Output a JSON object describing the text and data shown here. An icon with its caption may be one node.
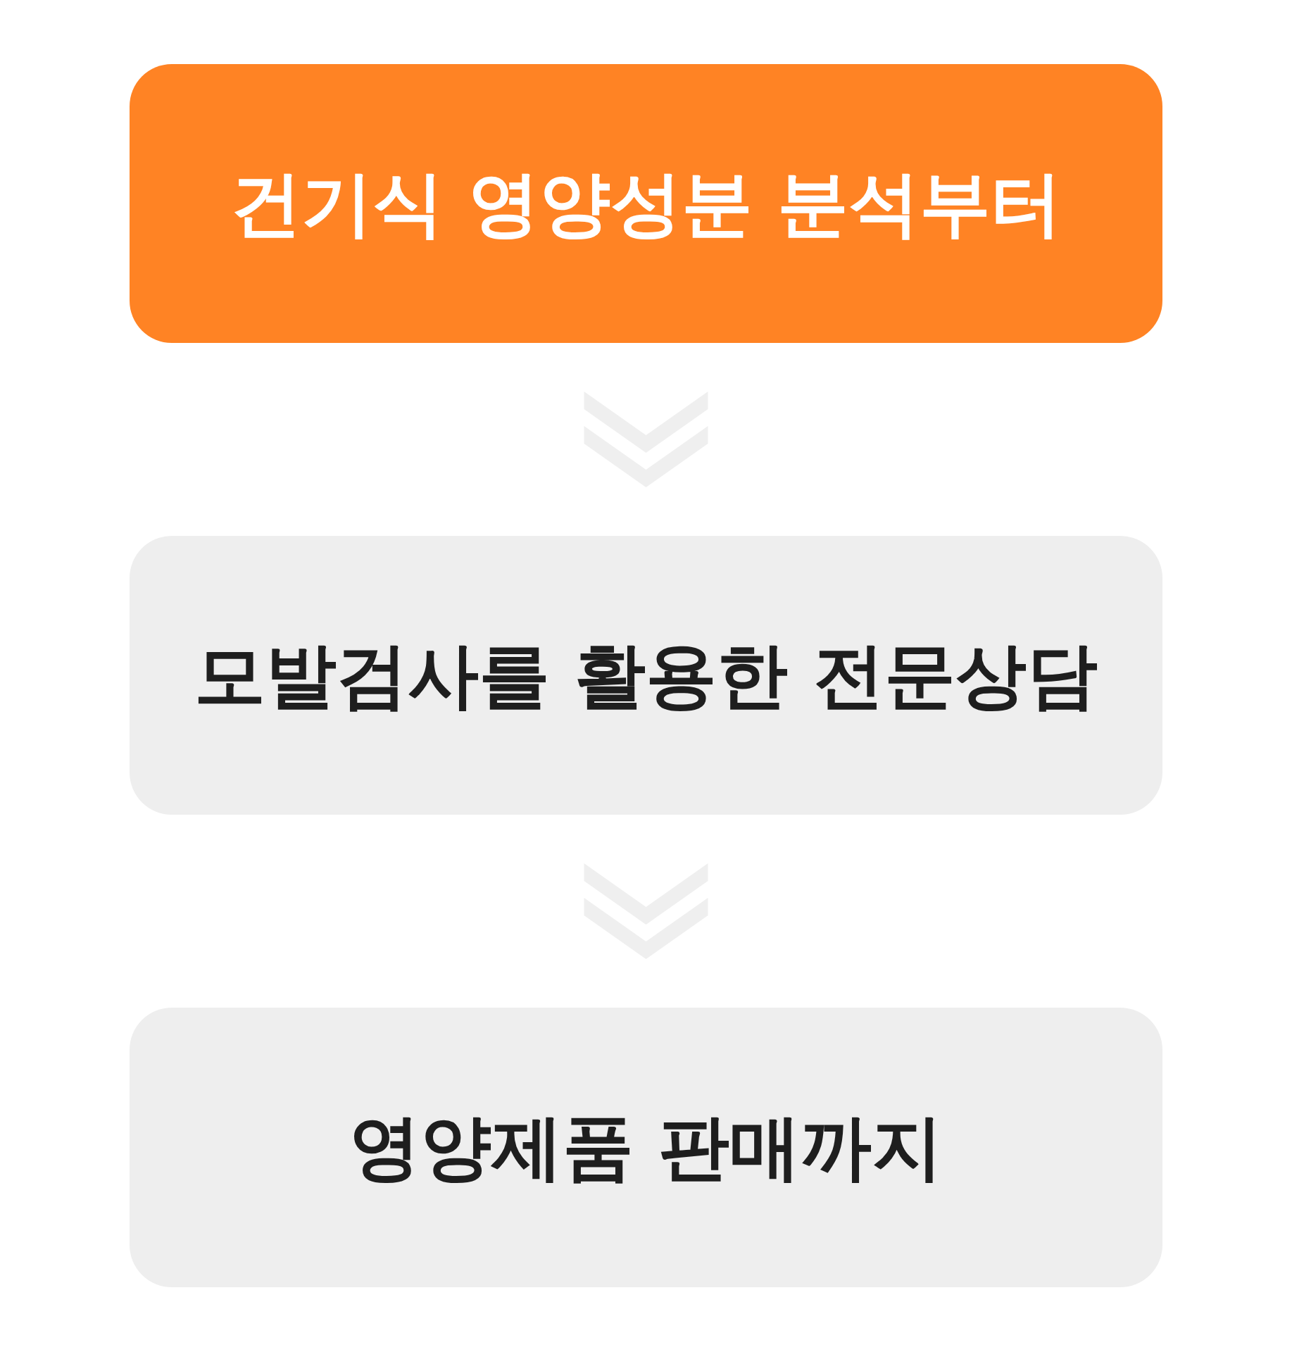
{
  "diagram": {
    "nodes": [
      {
        "text": [
          "건기식 영양성분 분석부터"
        ]
      },
      {
        "text": [
          "모발검사를 활용한 전문상담"
        ]
      },
      {
        "text": [
          "영양제품 판매까지"
        ]
      }
    ],
    "edges": [
      {
        "from": 0,
        "to": 1,
        "arrow": "to"
      },
      {
        "from": 1,
        "to": 2,
        "arrow": "to"
      }
    ]
  }
}
